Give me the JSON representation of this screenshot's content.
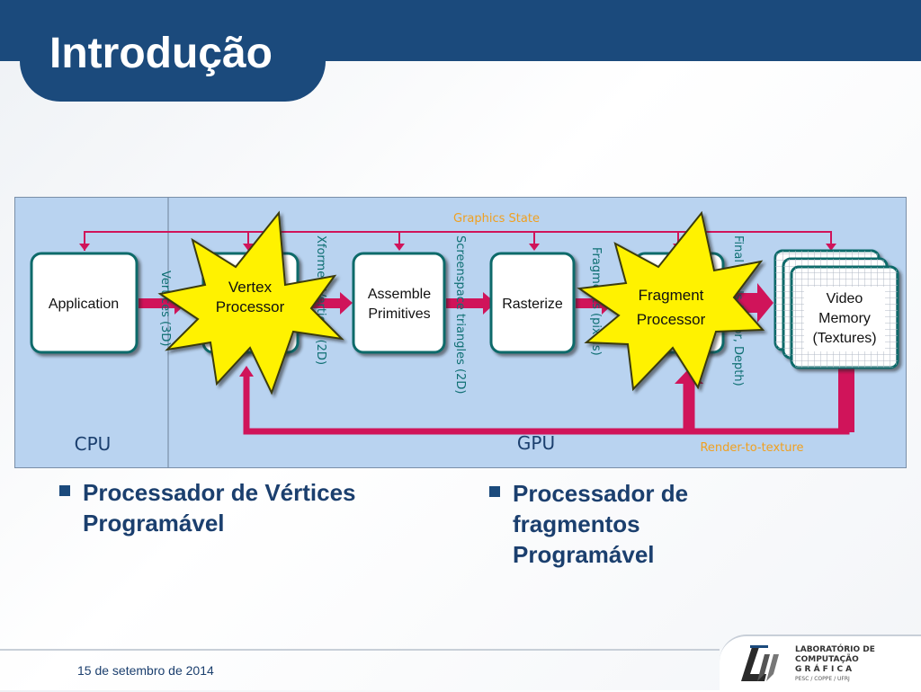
{
  "slide": {
    "title": "Introdução",
    "footer_date": "15 de setembro de 2014"
  },
  "diagram": {
    "cpu_label": "CPU",
    "gpu_label": "GPU",
    "graphics_state": "Graphics State",
    "render_to_texture": "Render-to-texture",
    "nodes": {
      "application": "Application",
      "assemble_line1": "Assemble",
      "assemble_line2": "Primitives",
      "rasterize": "Rasterize",
      "video_line1": "Video",
      "video_line2": "Memory",
      "video_line3": "(Textures)"
    },
    "bursts": {
      "vertex_line1": "Vertex",
      "vertex_line2": "Processor",
      "fragment_line1": "Fragment",
      "fragment_line2": "Processor"
    },
    "vertical_labels": {
      "vertices_3d": "Vertices (3D)",
      "xformed": "Xformed Vertices (2D)",
      "screenspace": "Screenspace triangles (2D)",
      "fragments": "Fragments (pixels)",
      "final": "Final pixels (Color, Depth)"
    }
  },
  "bullets": {
    "left": "Processador de Vértices Programável",
    "right": "Processador de fragmentos Programável"
  },
  "logo": {
    "line1": "LABORATÓRIO DE",
    "line2": "COMPUTAÇÃO",
    "line3": "G R Á F I C A",
    "line4": "PESC / COPPE / UFRJ"
  },
  "colors": {
    "brand_blue": "#1b4a7c",
    "panel_blue": "#b9d3f0",
    "arrow_red": "#d0145a",
    "node_border": "#0f6b6b",
    "burst_yellow": "#fff200",
    "label_orange": "#f0a020",
    "label_teal": "#0f6f73"
  }
}
